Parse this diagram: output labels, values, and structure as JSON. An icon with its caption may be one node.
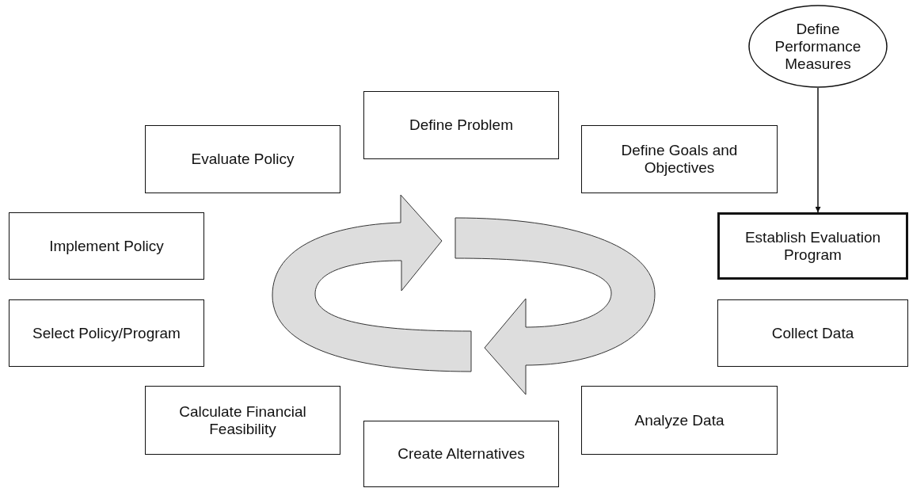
{
  "diagram": {
    "nodes": [
      {
        "text": [
          "Define Performance Measures"
        ]
      },
      {
        "text": [
          "Define Problem"
        ]
      },
      {
        "text": [
          "Evaluate Policy"
        ]
      },
      {
        "text": [
          "Define Goals and Objectives"
        ]
      },
      {
        "text": [
          "Implement Policy"
        ]
      },
      {
        "text": [
          "Establish Evaluation Program"
        ]
      },
      {
        "text": [
          "Select Policy/Program"
        ]
      },
      {
        "text": [
          "Collect Data"
        ]
      },
      {
        "text": [
          "Calculate Financial Feasibility"
        ]
      },
      {
        "text": [
          "Analyze Data"
        ]
      },
      {
        "text": [
          "Create Alternatives"
        ]
      }
    ],
    "edges": [
      {
        "from": 0,
        "to": 5,
        "arrow": "to"
      }
    ]
  }
}
